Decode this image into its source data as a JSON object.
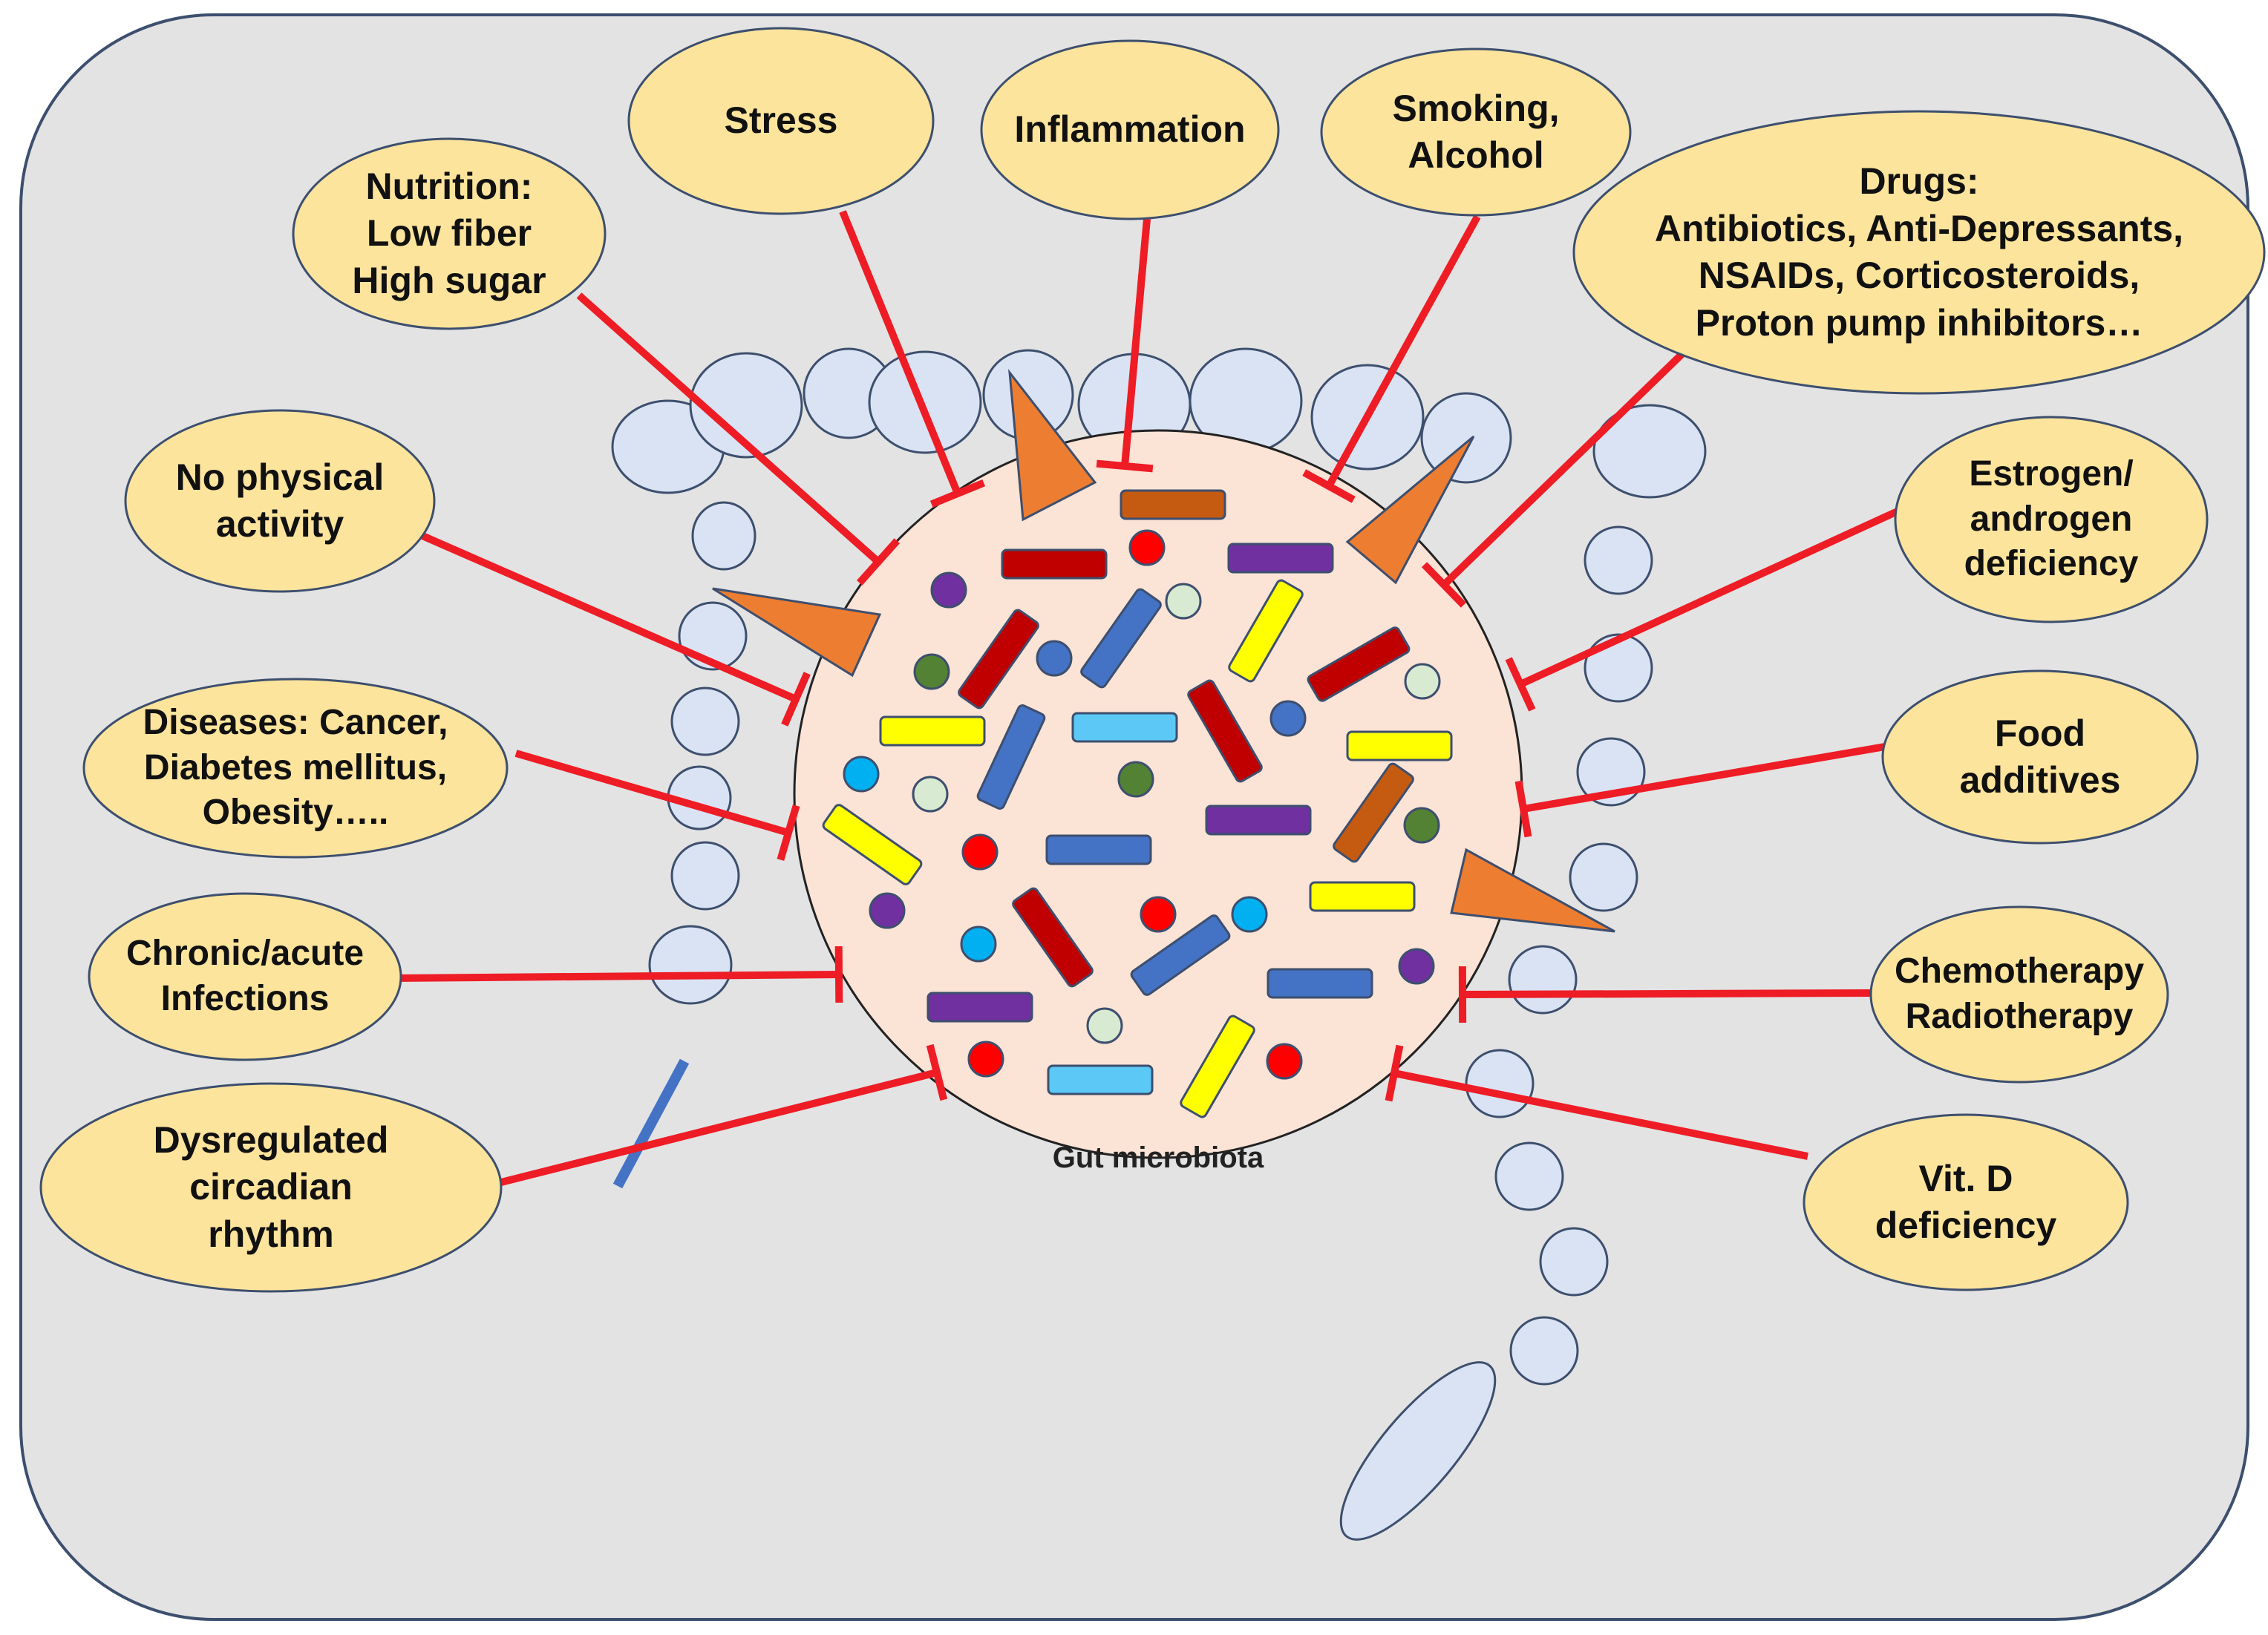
{
  "center_label": "Gut microbiota",
  "factors": [
    {
      "id": "stress",
      "lines": [
        "Stress"
      ]
    },
    {
      "id": "inflammation",
      "lines": [
        "Inflammation"
      ]
    },
    {
      "id": "smoking-alcohol",
      "lines": [
        "Smoking,",
        "Alcohol"
      ]
    },
    {
      "id": "drugs",
      "lines": [
        "Drugs:",
        "Antibiotics, Anti-Depressants,",
        "NSAIDs, Corticosteroids,",
        "Proton pump inhibitors…"
      ]
    },
    {
      "id": "nutrition",
      "lines": [
        "Nutrition:",
        "Low fiber",
        "High sugar"
      ]
    },
    {
      "id": "no-physical-activity",
      "lines": [
        "No physical",
        "activity"
      ]
    },
    {
      "id": "diseases",
      "lines": [
        "Diseases: Cancer,",
        "Diabetes mellitus,",
        "Obesity….."
      ]
    },
    {
      "id": "infections",
      "lines": [
        "Chronic/acute",
        "Infections"
      ]
    },
    {
      "id": "circadian",
      "lines": [
        "Dysregulated",
        "circadian",
        "rhythm"
      ]
    },
    {
      "id": "hormone-deficiency",
      "lines": [
        "Estrogen/",
        "androgen",
        "deficiency"
      ]
    },
    {
      "id": "food-additives",
      "lines": [
        "Food",
        "additives"
      ]
    },
    {
      "id": "chemo-radio",
      "lines": [
        "Chemotherapy",
        "Radiotherapy"
      ]
    },
    {
      "id": "vitamin-d",
      "lines": [
        "Vit. D",
        "deficiency"
      ]
    }
  ],
  "colors": {
    "background": "#e3e3e3",
    "panel_border": "#3d4f6e",
    "factor_fill": "#fde49c",
    "factor_stroke": "#3d4f6e",
    "inhibition_line": "#ee1c25",
    "microbiota_fill": "#fbe3d6",
    "colon_segment": "#dae3f3",
    "colon_stroke": "#3d4f6e",
    "arrowhead": "#ed7d31",
    "rectum_line": "#4472c4",
    "microbe_colors": {
      "dark_red": "#c00000",
      "blue": "#4472c4",
      "purple": "#7030a0",
      "yellow": "#ffff00",
      "light_blue": "#5bc8f5",
      "brown": "#c55a11",
      "red": "#ff0000",
      "green": "#548235",
      "pale_green": "#d9ead3",
      "cyan": "#00b0f0"
    }
  }
}
